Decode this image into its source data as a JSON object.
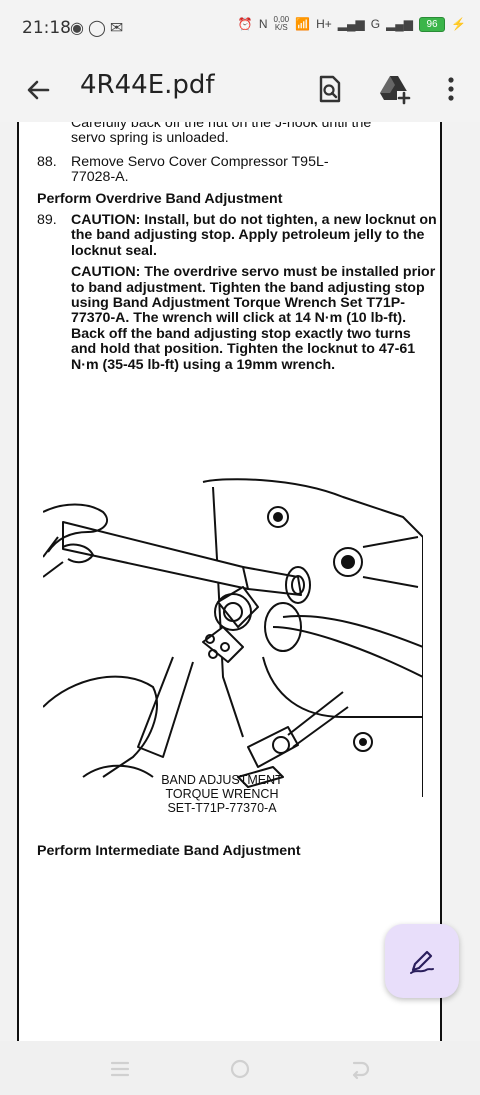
{
  "status": {
    "time": "21:18",
    "net_speed_top": "0,00",
    "net_speed_unit": "K/S",
    "signal1": "H+",
    "signal2": "G",
    "battery": "96"
  },
  "toolbar": {
    "title": "4R44E.pdf"
  },
  "document": {
    "top_fragment_line1": "Carefully back off the nut on the J-hook until the",
    "top_fragment_line2": "servo spring is unloaded.",
    "step88_num": "88.",
    "step88_text": "Remove Servo Cover Compressor T95L-77028-A.",
    "heading_overdrive": "Perform Overdrive Band Adjustment",
    "step89_num": "89.",
    "step89_caution1": "CAUTION: Install, but do not tighten, a new locknut on the band adjusting stop. Apply petroleum jelly to the locknut seal.",
    "step89_caution2": "CAUTION: The overdrive servo must be installed prior to band adjustment. Tighten the band adjusting stop using Band Adjustment Torque Wrench Set T71P-77370-A. The wrench will click at 14 N·m (10 lb-ft). Back off the band adjusting stop exactly two turns and hold that position. Tighten the locknut to 47-61 N·m (35-45 lb-ft) using a 19mm wrench.",
    "figure_caption_line1": "BAND ADJUSTMENT",
    "figure_caption_line2": "TORQUE WRENCH",
    "figure_caption_line3": "SET-T71P-77370-A",
    "heading_intermediate": "Perform Intermediate Band Adjustment"
  },
  "icons": {
    "back": "arrow-left-icon",
    "search_doc": "document-search-icon",
    "drive_add": "drive-add-icon",
    "more": "more-vert-icon",
    "edit": "pen-edit-icon"
  }
}
